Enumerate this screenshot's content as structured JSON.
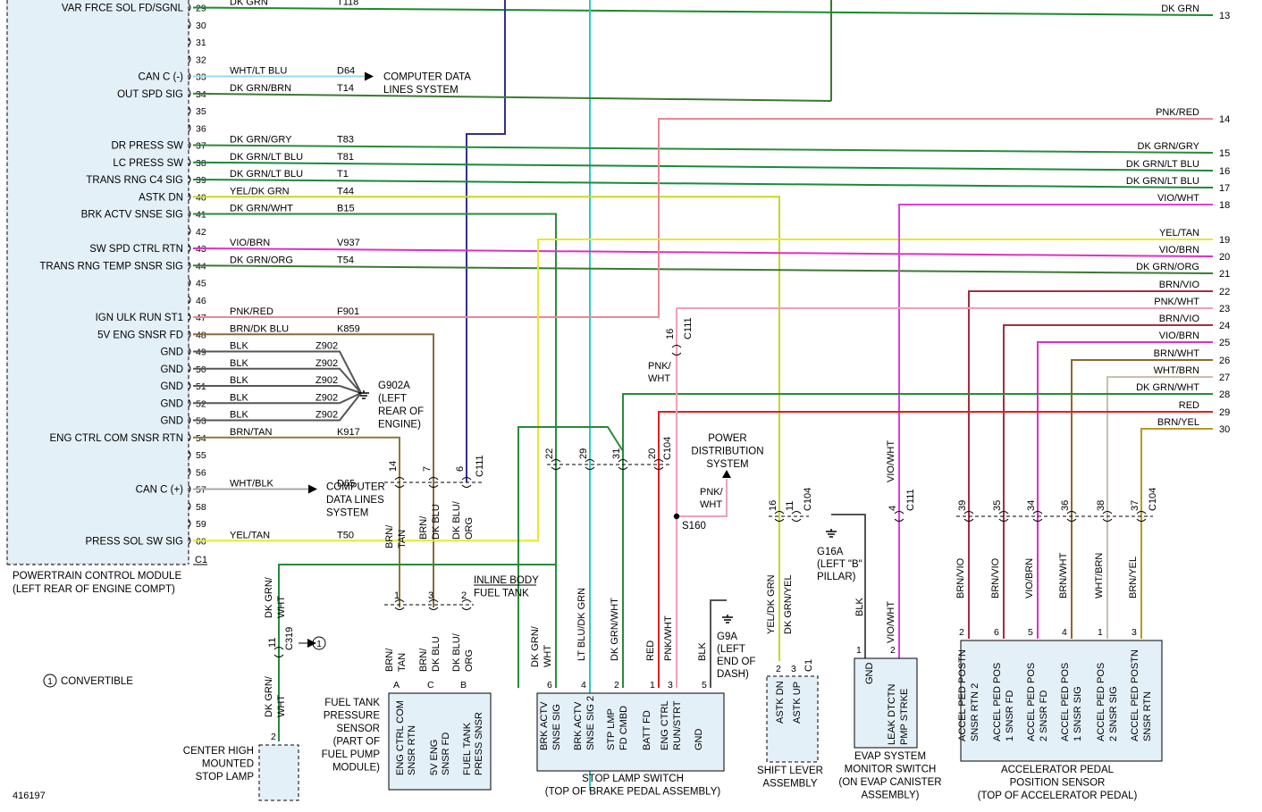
{
  "colors": {
    "DK GRN": "#1a8a2a",
    "WHT/LT BLU": "#9ad8f0",
    "DK GRN/BRN": "#3a7a30",
    "PNK/RED": "#e88890",
    "DK GRN/GRY": "#2a8a3a",
    "DK GRN/LT BLU": "#1a8a3a",
    "YEL/DK GRN": "#c8d820",
    "DK GRN/WHT": "#2a8a3a",
    "YEL/TAN": "#e8e830",
    "VIO/BRN": "#e030c0",
    "DK GRN/ORG": "#3a7a30",
    "PNK/WHT": "#f0a0b8",
    "BRN/DK BLU": "#8a6a3a",
    "BLK": "#555555",
    "BRN/TAN": "#8a7a3a",
    "WHT/BLK": "#aaaaaa",
    "VIO/WHT": "#e040d8",
    "BRN/VIO": "#a03040",
    "BRN/WHT": "#8a6a2a",
    "WHT/BRN": "#c8c0a8",
    "RED": "#e02020",
    "BRN/YEL": "#b89a20",
    "DK BLU/ORG": "#303090",
    "LT BLU/DK GRN": "#30c8c0",
    "pcm_fill": "#e4f0f8",
    "box_fill": "#e4f0f8"
  },
  "pcm": {
    "title": "POWERTRAIN CONTROL MODULE",
    "subtitle": "(LEFT REAR OF ENGINE COMPT)",
    "connector": "C1",
    "pins": [
      {
        "pin": "29",
        "func": "VAR FRCE SOL FD/SGNL",
        "color": "DK GRN",
        "circuit": "T118"
      },
      {
        "pin": "30",
        "func": "",
        "color": "",
        "circuit": ""
      },
      {
        "pin": "31",
        "func": "",
        "color": "",
        "circuit": ""
      },
      {
        "pin": "32",
        "func": "",
        "color": "",
        "circuit": ""
      },
      {
        "pin": "33",
        "func": "CAN C (-)",
        "color": "WHT/LT BLU",
        "circuit": "D64"
      },
      {
        "pin": "34",
        "func": "OUT SPD SIG",
        "color": "DK GRN/BRN",
        "circuit": "T14"
      },
      {
        "pin": "35",
        "func": "",
        "color": "",
        "circuit": ""
      },
      {
        "pin": "36",
        "func": "",
        "color": "",
        "circuit": ""
      },
      {
        "pin": "37",
        "func": "DR PRESS SW",
        "color": "DK GRN/GRY",
        "circuit": "T83"
      },
      {
        "pin": "38",
        "func": "LC PRESS SW",
        "color": "DK GRN/LT BLU",
        "circuit": "T81"
      },
      {
        "pin": "39",
        "func": "TRANS RNG C4 SIG",
        "color": "DK GRN/LT BLU",
        "circuit": "T1"
      },
      {
        "pin": "40",
        "func": "ASTK DN",
        "color": "YEL/DK GRN",
        "circuit": "T44"
      },
      {
        "pin": "41",
        "func": "BRK ACTV SNSE SIG",
        "color": "DK GRN/WHT",
        "circuit": "B15"
      },
      {
        "pin": "42",
        "func": "",
        "color": "",
        "circuit": ""
      },
      {
        "pin": "43",
        "func": "SW SPD CTRL RTN",
        "color": "VIO/BRN",
        "circuit": "V937"
      },
      {
        "pin": "44",
        "func": "TRANS RNG TEMP SNSR SIG",
        "color": "DK GRN/ORG",
        "circuit": "T54"
      },
      {
        "pin": "45",
        "func": "",
        "color": "",
        "circuit": ""
      },
      {
        "pin": "46",
        "func": "",
        "color": "",
        "circuit": ""
      },
      {
        "pin": "47",
        "func": "IGN ULK RUN ST1",
        "color": "PNK/RED",
        "circuit": "F901"
      },
      {
        "pin": "48",
        "func": "5V ENG SNSR FD",
        "color": "BRN/DK BLU",
        "circuit": "K859"
      },
      {
        "pin": "49",
        "func": "GND",
        "color": "BLK",
        "circuit": "Z902"
      },
      {
        "pin": "50",
        "func": "GND",
        "color": "BLK",
        "circuit": "Z902"
      },
      {
        "pin": "51",
        "func": "GND",
        "color": "BLK",
        "circuit": "Z902"
      },
      {
        "pin": "52",
        "func": "GND",
        "color": "BLK",
        "circuit": "Z902"
      },
      {
        "pin": "53",
        "func": "GND",
        "color": "BLK",
        "circuit": "Z902"
      },
      {
        "pin": "54",
        "func": "ENG CTRL COM SNSR RTN",
        "color": "BRN/TAN",
        "circuit": "K917"
      },
      {
        "pin": "55",
        "func": "",
        "color": "",
        "circuit": ""
      },
      {
        "pin": "56",
        "func": "",
        "color": "",
        "circuit": ""
      },
      {
        "pin": "57",
        "func": "CAN C (+)",
        "color": "WHT/BLK",
        "circuit": "D65"
      },
      {
        "pin": "58",
        "func": "",
        "color": "",
        "circuit": ""
      },
      {
        "pin": "59",
        "func": "",
        "color": "",
        "circuit": ""
      },
      {
        "pin": "60",
        "func": "PRESS SOL SW SIG",
        "color": "YEL/TAN",
        "circuit": "T50"
      }
    ]
  },
  "right_edge": [
    {
      "num": "13",
      "color": "DK GRN"
    },
    {
      "num": "14",
      "color": "PNK/RED"
    },
    {
      "num": "15",
      "color": "DK GRN/GRY"
    },
    {
      "num": "16",
      "color": "DK GRN/LT BLU"
    },
    {
      "num": "17",
      "color": "DK GRN/LT BLU"
    },
    {
      "num": "18",
      "color": "VIO/WHT"
    },
    {
      "num": "19",
      "color": "YEL/TAN"
    },
    {
      "num": "20",
      "color": "VIO/BRN"
    },
    {
      "num": "21",
      "color": "DK GRN/ORG"
    },
    {
      "num": "22",
      "color": "BRN/VIO"
    },
    {
      "num": "23",
      "color": "PNK/WHT"
    },
    {
      "num": "24",
      "color": "BRN/VIO"
    },
    {
      "num": "25",
      "color": "VIO/BRN"
    },
    {
      "num": "26",
      "color": "BRN/WHT"
    },
    {
      "num": "27",
      "color": "WHT/BRN"
    },
    {
      "num": "28",
      "color": "DK GRN/WHT"
    },
    {
      "num": "29",
      "color": "RED"
    },
    {
      "num": "30",
      "color": "BRN/YEL"
    }
  ],
  "refs": {
    "computer_data_1": [
      "COMPUTER DATA",
      "LINES SYSTEM"
    ],
    "computer_data_2": [
      "COMPUTER",
      "DATA LINES",
      "SYSTEM"
    ],
    "power_dist": [
      "POWER",
      "DISTRIBUTION",
      "SYSTEM"
    ]
  },
  "grounds": {
    "g902a": [
      "G902A",
      "(LEFT",
      "REAR OF",
      "ENGINE)"
    ],
    "g16a": [
      "G16A",
      "(LEFT \"B\"",
      "PILLAR)"
    ],
    "g9a": [
      "G9A",
      "(LEFT",
      "END OF",
      "DASH)"
    ]
  },
  "splice": "S160",
  "inline": [
    "INLINE BODY",
    "FUEL TANK"
  ],
  "c319": "C319",
  "note": "CONVERTIBLE",
  "note_num": "1",
  "doc_id": "416197",
  "connectors": {
    "c111": "C111",
    "c104": "C104"
  },
  "wire_labels": {
    "brn_tan": [
      "BRN/",
      "TAN"
    ],
    "brn_dkblu": [
      "BRN/",
      "DK BLU"
    ],
    "dkblu_org": [
      "DK BLU/",
      "ORG"
    ],
    "dkgrn_wht": [
      "DK GRN/",
      "WHT"
    ],
    "pnk_wht": [
      "PNK/",
      "WHT"
    ],
    "lt_blu_dk_grn": "LT BLU/DK GRN",
    "dk_grn_wht_single": "DK GRN/WHT",
    "red": "RED",
    "pnk_wht_single": "PNK/WHT",
    "blk": "BLK",
    "yel_dk_grn": "YEL/DK GRN",
    "dk_grn_yel": "DK GRN/YEL",
    "vio_wht": "VIO/WHT",
    "brn_vio": "BRN/VIO",
    "vio_brn": "VIO/BRN",
    "brn_wht": "BRN/WHT",
    "wht_brn": "WHT/BRN",
    "brn_yel": "BRN/YEL"
  },
  "components": {
    "fuel_tank": {
      "title": [
        "FUEL TANK",
        "PRESSURE",
        "SENSOR",
        "(PART OF",
        "FUEL PUMP",
        "MODULE)"
      ],
      "pins": [
        {
          "pin": "A",
          "label": [
            "ENG CTRL COM",
            "SNSR RTN"
          ]
        },
        {
          "pin": "C",
          "label": [
            "5V ENG",
            "SNSR FD"
          ]
        },
        {
          "pin": "B",
          "label": [
            "FUEL TANK",
            "PRESS SNSR"
          ]
        }
      ]
    },
    "stop_lamp": {
      "title": [
        "STOP LAMP SWITCH",
        "(TOP OF BRAKE PEDAL ASSEMBLY)"
      ],
      "pins": [
        {
          "pin": "6",
          "label": [
            "BRK ACTV",
            "SNSE SIG"
          ]
        },
        {
          "pin": "4",
          "label": [
            "BRK ACTV",
            "SNSE SIG 2"
          ]
        },
        {
          "pin": "2",
          "label": [
            "STP LMP",
            "FD CMBD"
          ]
        },
        {
          "pin": "1",
          "label": [
            "BATT FD"
          ]
        },
        {
          "pin": "3",
          "label": [
            "ENG CTRL",
            "RUN/STRT"
          ]
        },
        {
          "pin": "5",
          "label": [
            "GND"
          ]
        }
      ]
    },
    "shift_lever": {
      "title": [
        "SHIFT LEVER",
        "ASSEMBLY"
      ],
      "connector": "C1",
      "pins": [
        {
          "pin": "2",
          "label": [
            "ASTK DN"
          ]
        },
        {
          "pin": "3",
          "label": [
            "ASTK UP"
          ]
        }
      ]
    },
    "evap": {
      "title": [
        "EVAP SYSTEM",
        "MONITOR SWITCH",
        "(ON EVAP CANISTER",
        "ASSEMBLY)"
      ],
      "pins": [
        {
          "pin": "1",
          "label": [
            "GND"
          ]
        },
        {
          "pin": "2",
          "label": [
            "LEAK DTCTN",
            "PMP STRKE"
          ]
        }
      ]
    },
    "accel": {
      "title": [
        "ACCELERATOR PEDAL",
        "POSITION SENSOR",
        "(TOP OF ACCELERATOR PEDAL)"
      ],
      "pins": [
        {
          "pin": "2",
          "label": [
            "ACCEL PED POSTN",
            "SNSR RTN 2"
          ]
        },
        {
          "pin": "6",
          "label": [
            "ACCEL PED POS",
            "1 SNSR FD"
          ]
        },
        {
          "pin": "5",
          "label": [
            "ACCEL PED POS",
            "2 SNSR FD"
          ]
        },
        {
          "pin": "4",
          "label": [
            "ACCEL PED POS",
            "1 SNSR SIG"
          ]
        },
        {
          "pin": "1",
          "label": [
            "ACCEL PED POS",
            "2 SNSR SIG"
          ]
        },
        {
          "pin": "3",
          "label": [
            "ACCEL PED POSTN",
            "SNSR RTN"
          ]
        }
      ]
    },
    "chmsl": {
      "title": [
        "CENTER HIGH",
        "MOUNTED",
        "STOP LAMP"
      ],
      "pin": "2"
    }
  }
}
